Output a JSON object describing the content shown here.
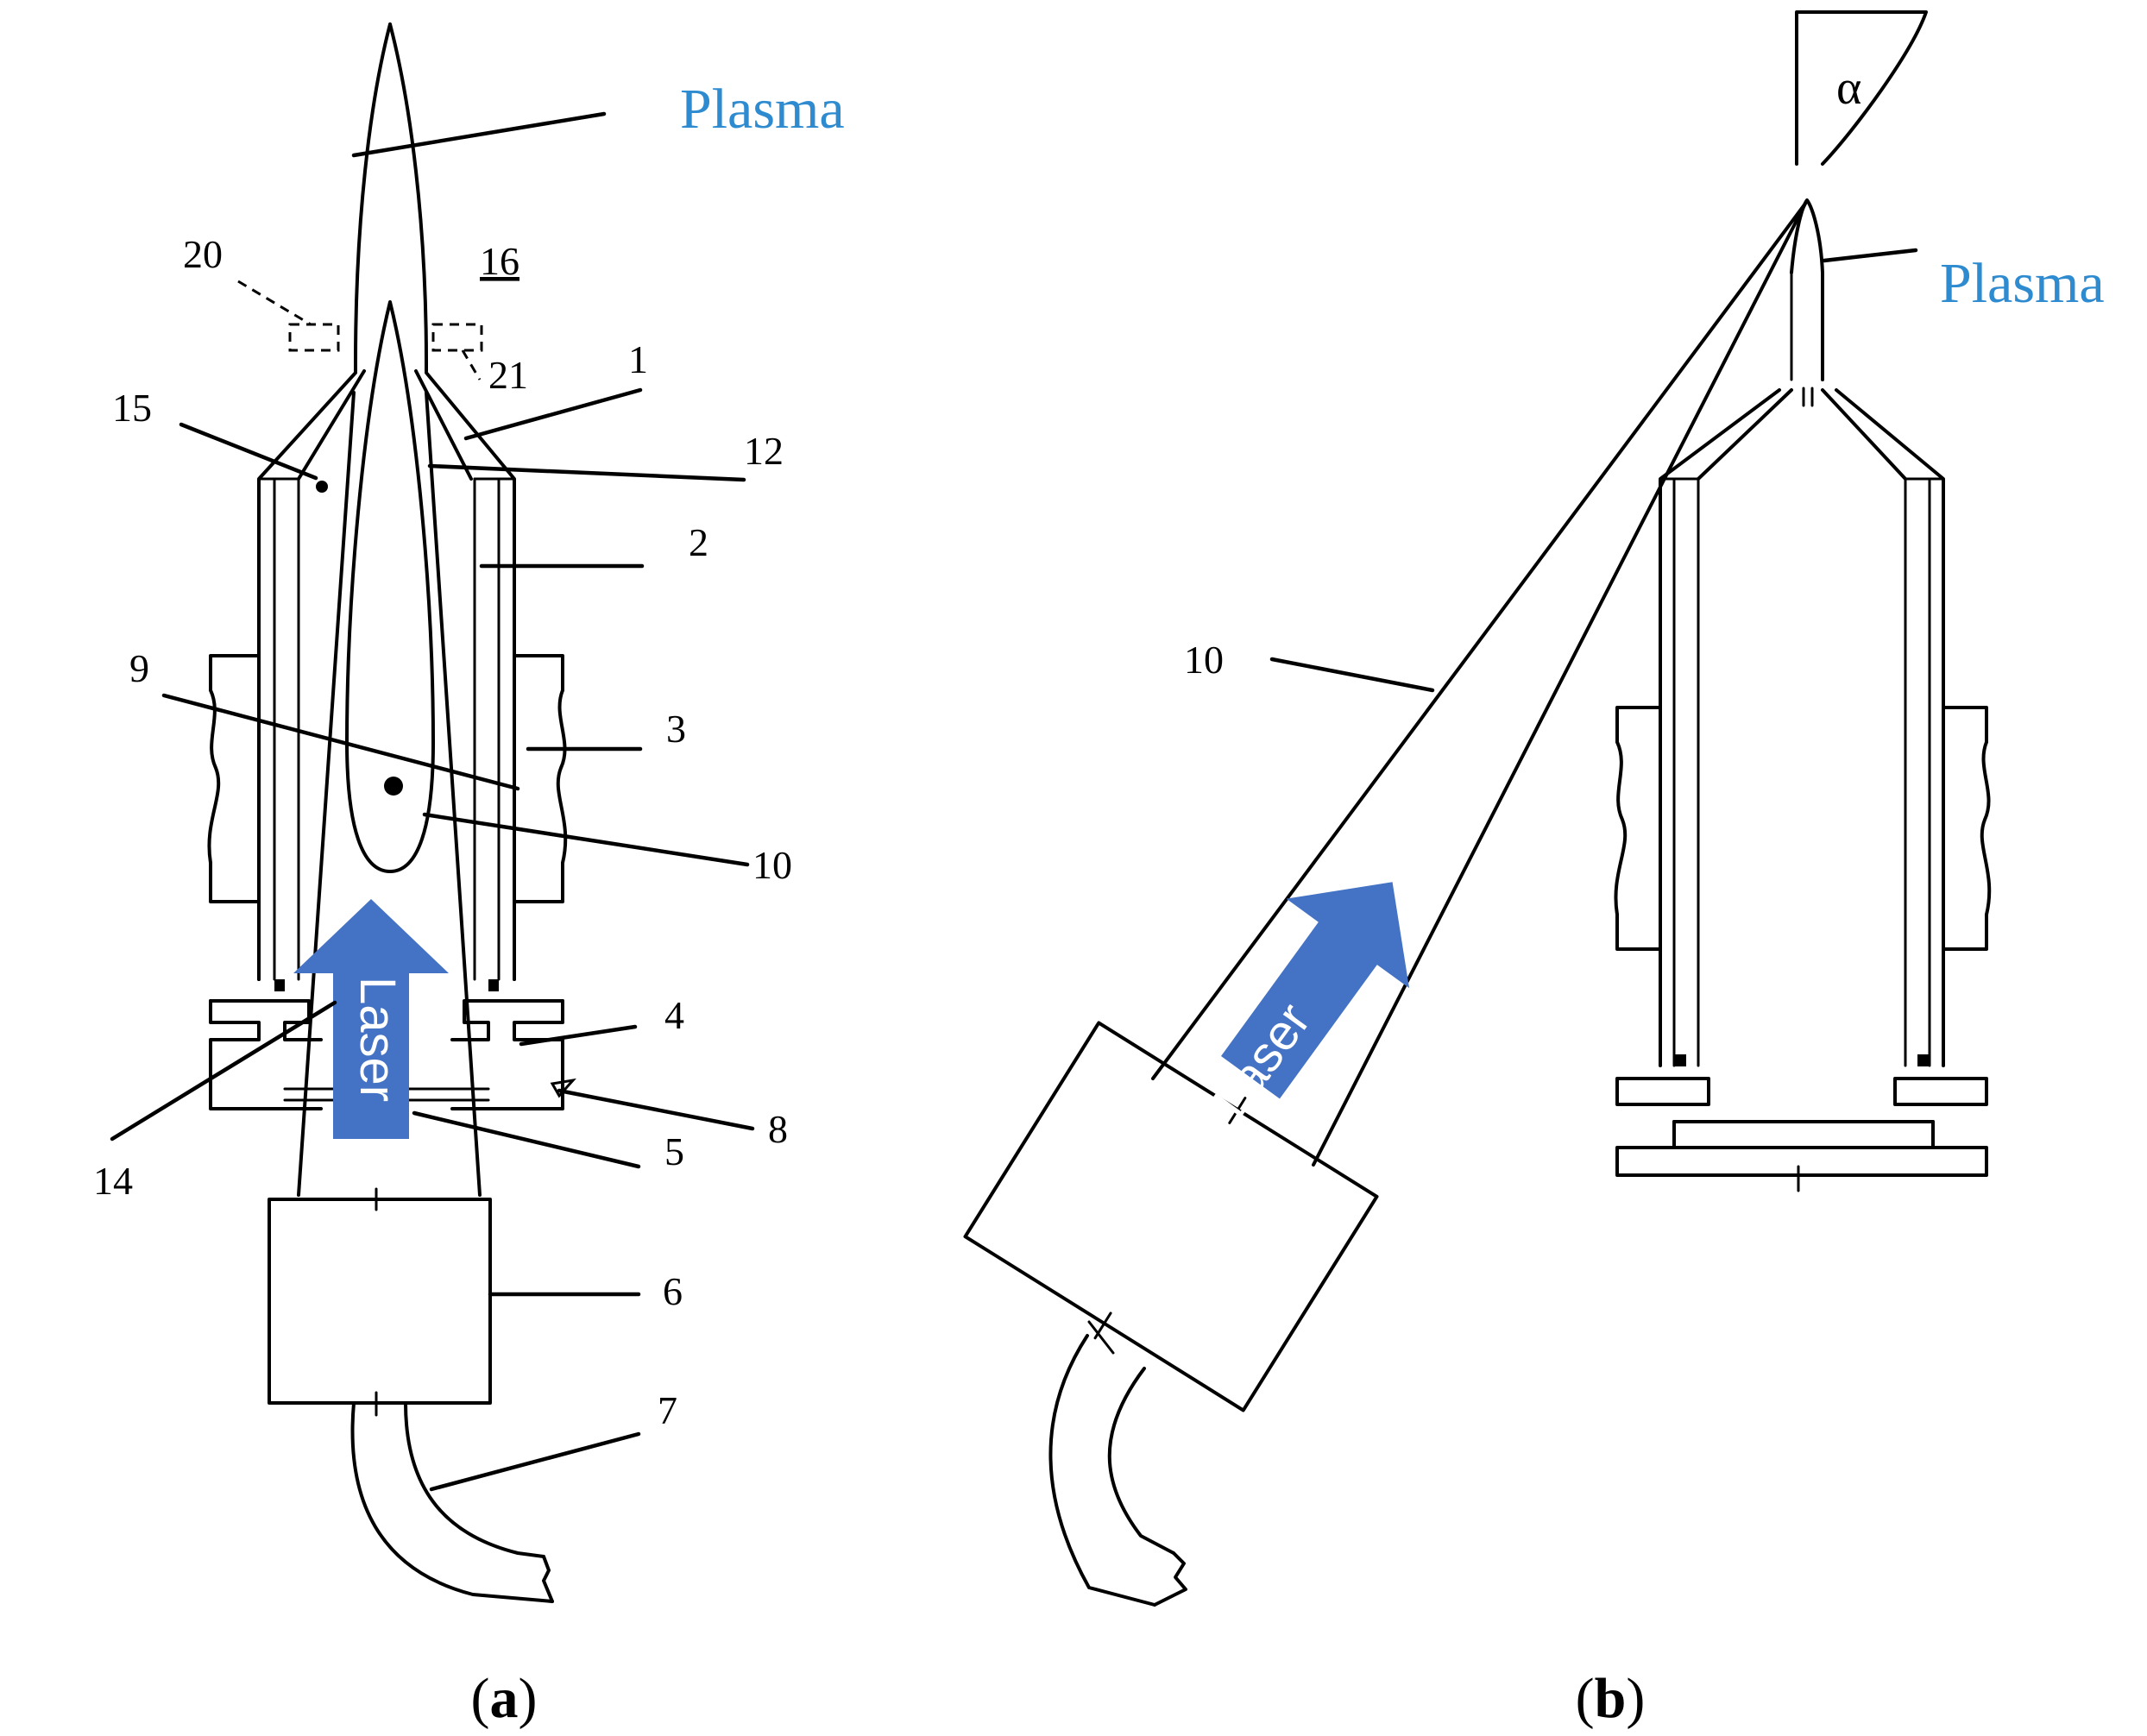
{
  "panel_a": {
    "caption_open": "(",
    "caption_letter": "a",
    "caption_close": ")",
    "plasma_label": "Plasma",
    "laser_label": "Laser",
    "part_labels": {
      "l1": "1",
      "l2": "2",
      "l3": "3",
      "l4": "4",
      "l5": "5",
      "l6": "6",
      "l7": "7",
      "l8": "8",
      "l9": "9",
      "l10": "10",
      "l12": "12",
      "l14": "14",
      "l15": "15",
      "l16": "16",
      "l20": "20",
      "l21": "21"
    }
  },
  "panel_b": {
    "caption_open": "(",
    "caption_letter": "b",
    "caption_close": ")",
    "plasma_label": "Plasma",
    "laser_label": "Laser",
    "angle_label": "α",
    "part_labels": {
      "l10": "10"
    }
  },
  "colors": {
    "arrow": "#4472c4",
    "plasma_text": "#2f8bd0",
    "line": "#000000"
  }
}
